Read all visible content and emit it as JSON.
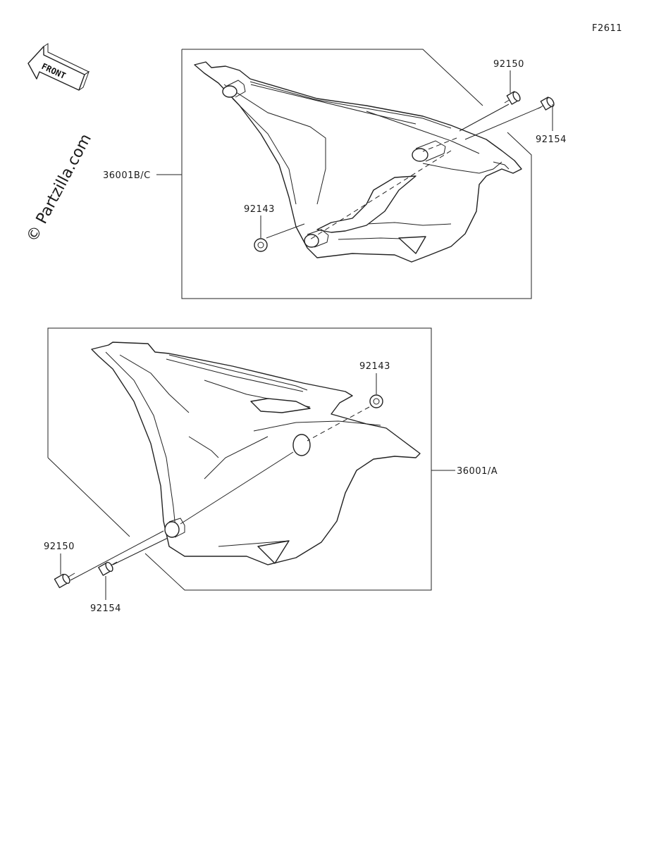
{
  "figure_code": "F2611",
  "watermark": "© Partzilla.com",
  "front_arrow_label": "FRONT",
  "callouts": {
    "upper_cover": "36001B/C",
    "upper_bolt_a": "92150",
    "upper_bolt_b": "92154",
    "upper_washer": "92143",
    "lower_cover": "36001/A",
    "lower_washer": "92143",
    "lower_bolt_a": "92150",
    "lower_bolt_b": "92154"
  }
}
